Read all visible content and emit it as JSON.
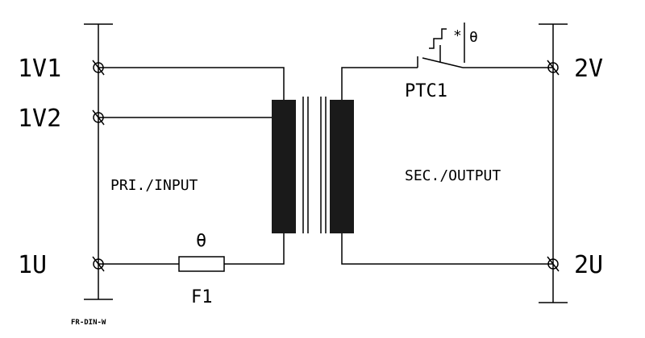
{
  "colors": {
    "line": "#000000",
    "core": "#1a1a1a",
    "background": "#ffffff"
  },
  "terminals": {
    "primary_1": "1V1",
    "primary_2": "1V2",
    "primary_common": "1U",
    "secondary_out": "2V",
    "secondary_common": "2U"
  },
  "sections": {
    "primary": "PRI./INPUT",
    "secondary": "SEC./OUTPUT"
  },
  "components": {
    "fuse": {
      "name": "F1",
      "symbol": "θ"
    },
    "thermal_switch": {
      "name": "PTC1",
      "symbol": "θ",
      "mark": "*"
    }
  },
  "footer_code": "FR-DIN-W"
}
